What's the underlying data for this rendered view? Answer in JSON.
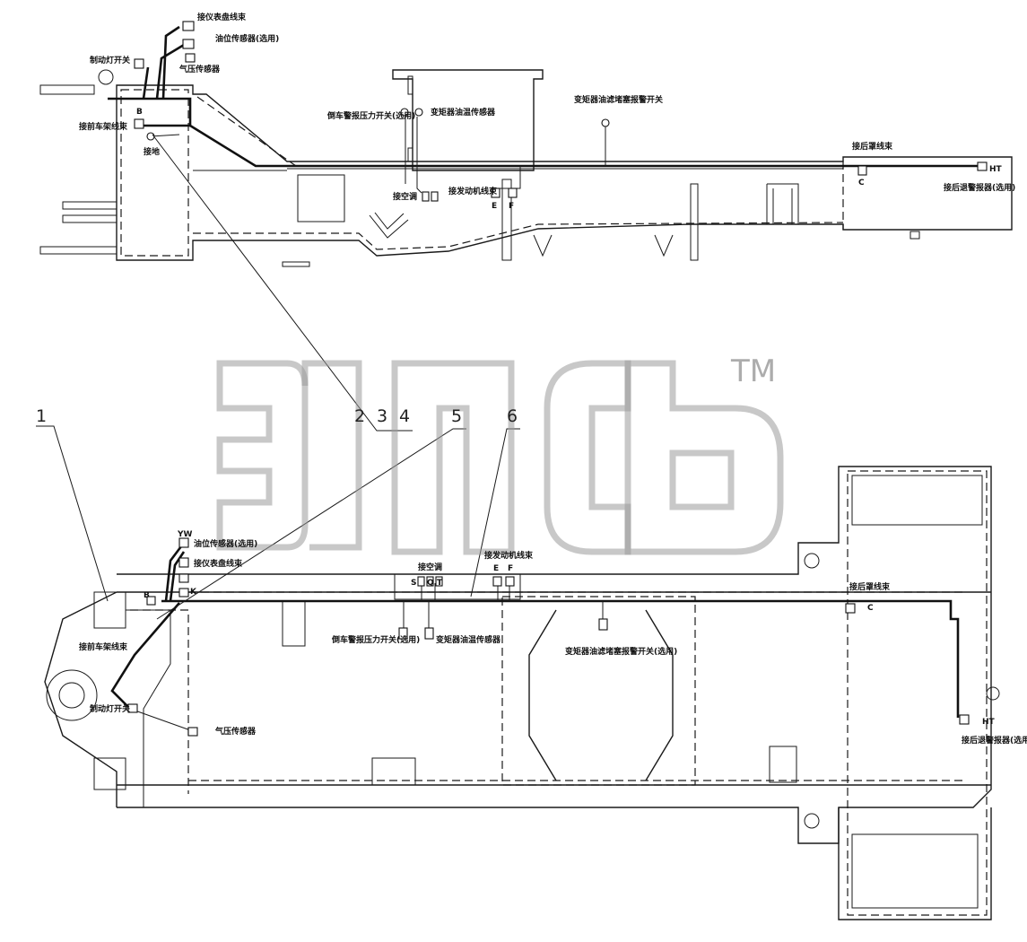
{
  "top_view": {
    "labels": {
      "dashboard_harness": "接仪表盘线束",
      "oil_level_sensor": "油位传感器(选用)",
      "brake_light_switch": "制动灯开关",
      "air_pressure_sensor": "气压传感器",
      "front_frame_harness": "接前车架线束",
      "ground": "接地",
      "reverse_alarm_pressure_switch": "倒车警报压力开关(选用)",
      "torque_converter_oil_temp_sensor": "变矩器油温传感器",
      "torque_converter_filter_alarm_switch": "变矩器油滤堵塞报警开关",
      "rear_cover_harness": "接后罩线束",
      "reverse_alarm_buzzer": "接后退警报器(选用)",
      "air_conditioner": "接空调",
      "engine_harness": "接发动机线束"
    },
    "letters": {
      "B": "B",
      "C": "C",
      "E": "E",
      "F": "F",
      "HT": "HT"
    }
  },
  "bottom_view": {
    "labels": {
      "oil_level_sensor": "油位传感器(选用)",
      "dashboard_harness": "接仪表盘线束",
      "engine_harness": "接发动机线束",
      "air_conditioner": "接空调",
      "rear_cover_harness": "接后罩线束",
      "front_frame_harness": "接前车架线束",
      "reverse_alarm_pressure_switch": "倒车警报压力开关(选用)",
      "torque_converter_oil_temp_sensor": "变矩器油温传感器",
      "torque_converter_filter_alarm_switch": "变矩器油滤堵塞报警开关(选用)",
      "brake_light_switch": "制动灯开关",
      "air_pressure_sensor": "气压传感器",
      "reverse_alarm_buzzer": "接后退警报器(选用)"
    },
    "letters": {
      "YW": "YW",
      "B": "B",
      "K": "K",
      "S": "S",
      "Q": "Q",
      "T": "T",
      "E": "E",
      "F": "F",
      "C": "C",
      "HT": "HT"
    }
  },
  "callouts": [
    "1",
    "2",
    "3",
    "4",
    "5",
    "6"
  ],
  "watermark": {
    "mark": "TM"
  }
}
